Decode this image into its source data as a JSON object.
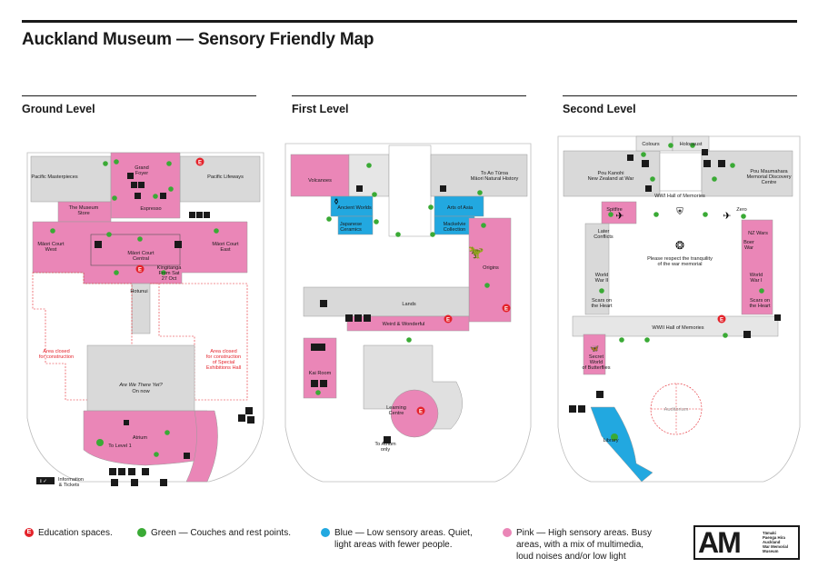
{
  "title": "Auckland Museum — Sensory Friendly Map",
  "colors": {
    "pink": "#ea86b7",
    "blue": "#22a8e0",
    "green": "#3aaa35",
    "red": "#e4232b",
    "grey": "#d6d6d6"
  },
  "levels": {
    "ground": {
      "heading": "Ground Level",
      "labels": {
        "pacific_masterpieces": "Pacific Masterpieces",
        "grand_foyer_1": "Grand",
        "grand_foyer_2": "Foyer",
        "pacific_lifeways": "Pacific Lifeways",
        "museum_store_1": "The Museum",
        "museum_store_2": "Store",
        "espresso": "Espresso",
        "maori_court_west_1": "Māori Court",
        "maori_court_west_2": "West",
        "maori_court_central_1": "Māori Court",
        "maori_court_central_2": "Central",
        "maori_court_east_1": "Māori Court",
        "maori_court_east_2": "East",
        "kiingitanga_1": "Kīngitanga",
        "kiingitanga_2": "From Sat",
        "kiingitanga_3": "27 Oct",
        "hotunui": "Hotunui",
        "area_closed_left_1": "Area closed",
        "area_closed_left_2": "for construction",
        "area_closed_right_1": "Area closed",
        "area_closed_right_2": "for construction",
        "area_closed_right_3": "of Special",
        "area_closed_right_4": "Exhibitions Hall",
        "are_we_there_1": "Are We There Yet?",
        "are_we_there_2": "On now",
        "atrium": "Atrium",
        "to_level_1": "To Level 1",
        "info_1": "Information",
        "info_2": "& Tickets"
      }
    },
    "first": {
      "heading": "First Level",
      "labels": {
        "volcanoes": "Volcanoes",
        "to_ao_1": "To Ao Tūroa",
        "to_ao_2": "Māori Natural History",
        "ancient_worlds": "Ancient Worlds",
        "japanese_1": "Japanese",
        "japanese_2": "Ceramics",
        "arts_of_asia": "Arts of Asia",
        "mackelvie_1": "Mackelvie",
        "mackelvie_2": "Collection",
        "origins": "Origins",
        "lands": "Lands",
        "weird": "Weird & Wonderful",
        "kai_room": "Kai Room",
        "learning_1": "Learning",
        "learning_2": "Centre",
        "to_atrium_1": "To Atrium",
        "to_atrium_2": "only"
      }
    },
    "second": {
      "heading": "Second Level",
      "labels": {
        "colours": "Colours",
        "holocaust": "Holocaust",
        "pou_kanohi_1": "Pou Kanohi",
        "pou_kanohi_2": "New Zealand at War",
        "pou_maumahara_1": "Pou Maumahara",
        "pou_maumahara_2": "Memorial Discovery",
        "pou_maumahara_3": "Centre",
        "wwi_hall": "WWI Hall of Memories",
        "spitfire": "Spitfire",
        "zero": "Zero",
        "later_1": "Later",
        "later_2": "Conflicts",
        "nz_wars": "NZ Wars",
        "boer_1": "Boer",
        "boer_2": "War",
        "respect_1": "Please respect the tranquility",
        "respect_2": "of the war memorial",
        "ww2_1": "World",
        "ww2_2": "War II",
        "ww1_1": "World",
        "ww1_2": "War I",
        "scars_left_1": "Scars on",
        "scars_left_2": "the Heart",
        "scars_right_1": "Scars on",
        "scars_right_2": "the Heart",
        "wwii_hall": "WWII Hall of Memories",
        "butterflies_1": "Secret",
        "butterflies_2": "World",
        "butterflies_3": "of Butterflies",
        "auditorium": "Auditorium",
        "library": "Library"
      }
    }
  },
  "legend": {
    "education": "Education spaces.",
    "green": "Green — Couches and rest points.",
    "blue_1": "Blue — Low sensory areas. Quiet,",
    "blue_2": "light areas with fewer people.",
    "pink_1": "Pink — High sensory areas. Busy",
    "pink_2": "areas, with a mix of multimedia,",
    "pink_3": "loud noises and/or low light"
  },
  "logo": {
    "mark": "AM",
    "text": "Tāmaki\nPaenga Hira\nAuckland\nWar Memorial\nMuseum"
  }
}
